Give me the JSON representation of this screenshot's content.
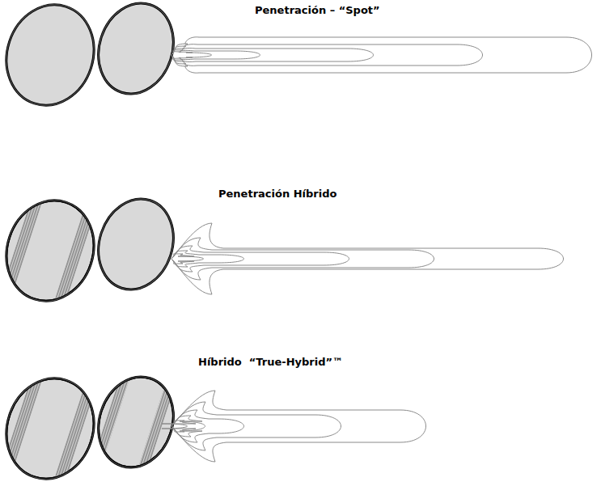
{
  "diagram": {
    "labels": [
      "Penetración – “Spot”",
      "Penetración Híbrido",
      "Híbrido  “True-Hybrid”™"
    ]
  }
}
